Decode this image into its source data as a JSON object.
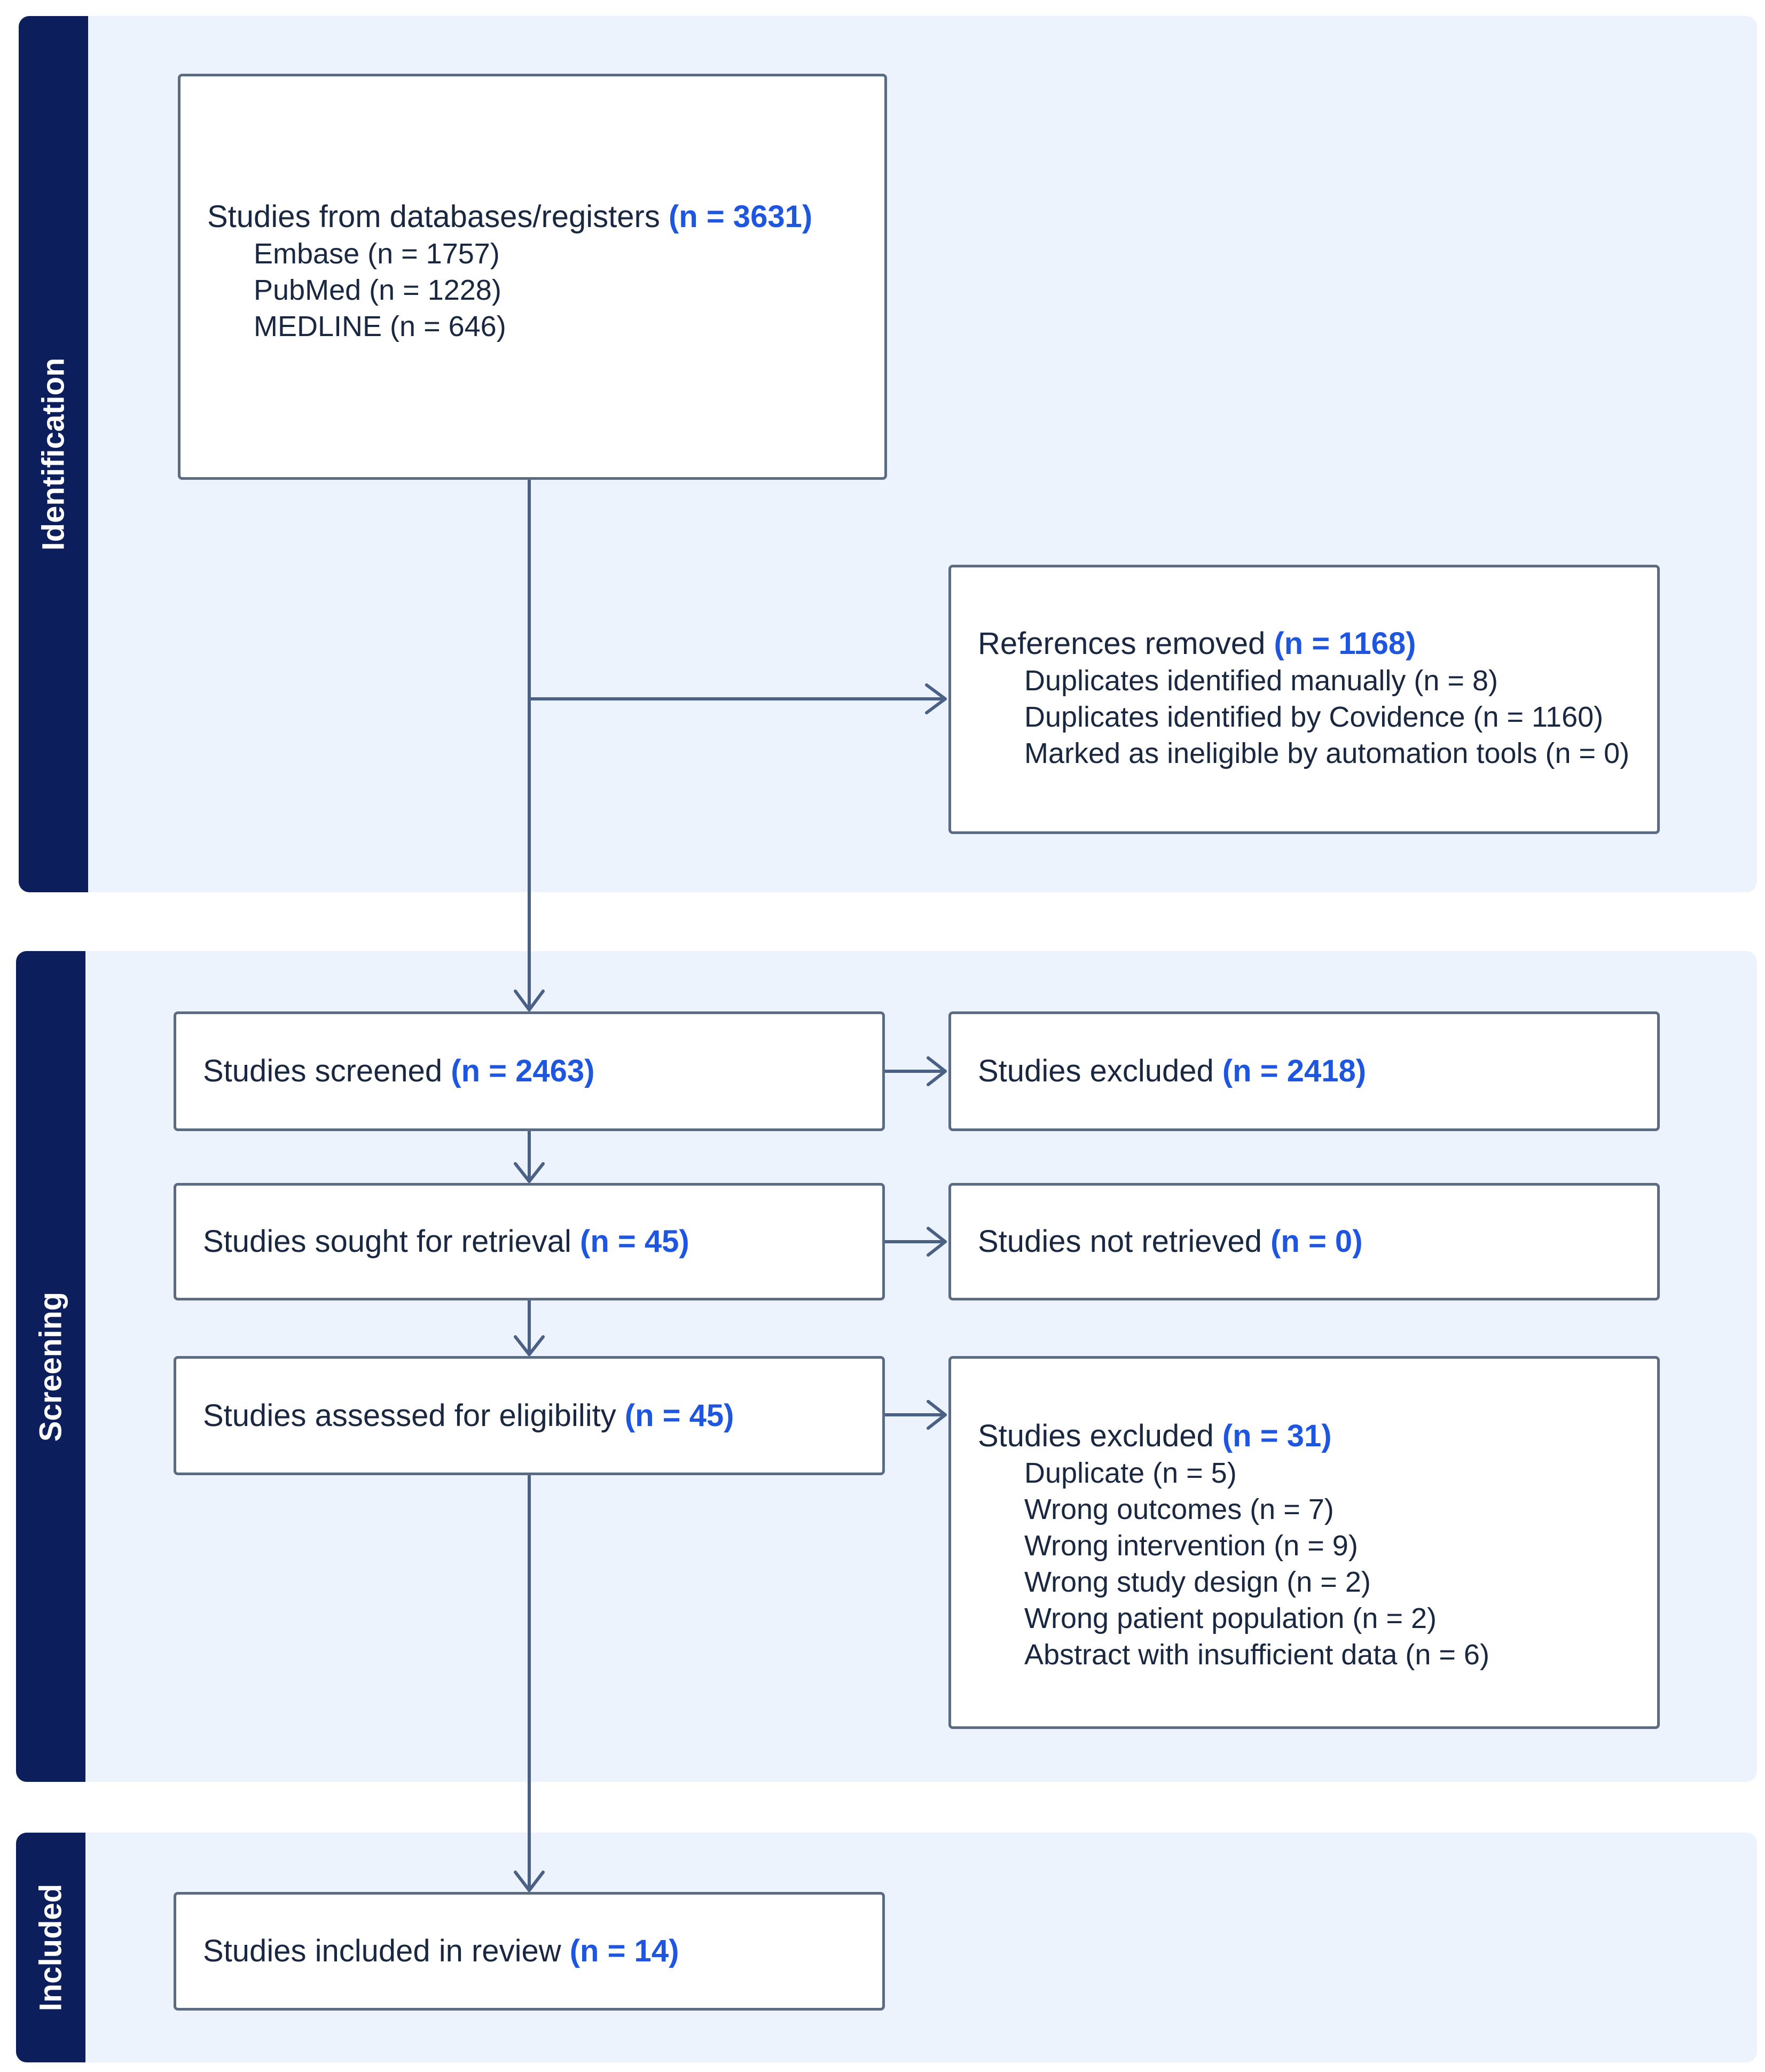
{
  "sections": {
    "identification": "Identification",
    "screening": "Screening",
    "included": "Included"
  },
  "boxes": {
    "databases": {
      "text": "Studies from databases/registers ",
      "count": "(n = 3631)",
      "items": [
        "Embase (n = 1757)",
        "PubMed (n = 1228)",
        "MEDLINE (n = 646)"
      ]
    },
    "removed": {
      "text": "References removed ",
      "count": "(n = 1168)",
      "items": [
        "Duplicates identified manually (n = 8)",
        "Duplicates identified by Covidence (n = 1160)",
        "Marked as ineligible by automation tools (n = 0)"
      ]
    },
    "screened": {
      "text": "Studies screened ",
      "count": "(n = 2463)"
    },
    "excluded_screening": {
      "text": "Studies excluded ",
      "count": "(n = 2418)"
    },
    "sought": {
      "text": "Studies sought for retrieval ",
      "count": "(n = 45)"
    },
    "not_retrieved": {
      "text": "Studies not retrieved ",
      "count": "(n = 0)"
    },
    "assessed": {
      "text": "Studies assessed for eligibility ",
      "count": "(n = 45)"
    },
    "excluded_eligibility": {
      "text": "Studies excluded ",
      "count": "(n = 31)",
      "items": [
        "Duplicate (n = 5)",
        "Wrong outcomes (n = 7)",
        "Wrong intervention (n = 9)",
        "Wrong study design (n = 2)",
        "Wrong patient population (n = 2)",
        "Abstract with insufficient data (n = 6)"
      ]
    },
    "included": {
      "text": "Studies included in review ",
      "count": "(n = 14)"
    }
  },
  "colors": {
    "section_bar": "#0c1f5c",
    "section_background": "#edf3fd",
    "count_text": "#1f56e0",
    "box_border": "#5b6b82",
    "arrow": "#4a6085"
  }
}
